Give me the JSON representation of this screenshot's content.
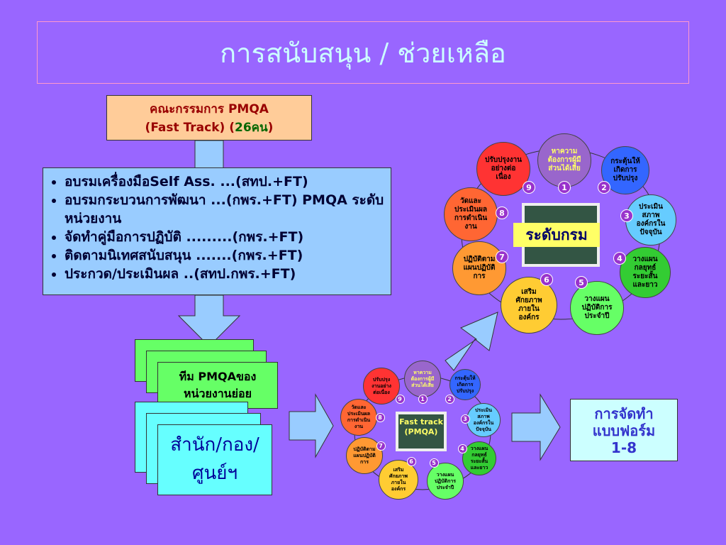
{
  "title": "การสนับสนุน / ช่วยเหลือ",
  "committee": {
    "line1": "คณะกรรมการ PMQA",
    "line2a": "(Fast Track) (",
    "line2b": "26คน",
    "line2c": ")"
  },
  "activities": [
    "อบรมเครื่องมือSelf Ass. ...(สทป.+FT)",
    "อบรมกระบวนการพัฒนา ...(กพร.+FT) PMQA ระดับ หน่วยงาน",
    "จัดทำคู่มือการปฏิบัติ .........(กพร.+FT)",
    "ติดตามนิเทศสนับสนุน .......(กพร.+FT)",
    "ประกวด/ประเมินผล ..(สทป.กพร.+FT)"
  ],
  "team": {
    "line1": "ทีม PMQAของ",
    "line2": "หน่วยงานย่อย"
  },
  "office": {
    "line1": "สำนัก/กอง/",
    "line2": "ศูนย์ฯ"
  },
  "form": {
    "line1": "การจัดทำ",
    "line2": "แบบฟอร์ม",
    "line3": "1-8"
  },
  "large_cycle": {
    "center": "ระดับกรม"
  },
  "small_cycle": {
    "center_line1": "Fast track",
    "center_line2": "(PMQA)"
  },
  "cycle_steps": [
    {
      "num": "1",
      "text": "หาความต้องการผู้มีส่วนได้เสีย",
      "color": "#9966cc",
      "text_color": "#ffff66"
    },
    {
      "num": "2",
      "text": "กระตุ้นให้เกิดการปรับปรุง",
      "color": "#3366ff",
      "text_color": "#000000"
    },
    {
      "num": "3",
      "text": "ประเมินสภาพองค์กรในปัจจุบัน",
      "color": "#66ccff",
      "text_color": "#000000"
    },
    {
      "num": "4",
      "text": "วางแผนกลยุทธ์ระยะสั้นและยาว",
      "color": "#33cc33",
      "text_color": "#000000"
    },
    {
      "num": "5",
      "text": "วางแผนปฏิบัติการประจำปี",
      "color": "#66ff66",
      "text_color": "#000000"
    },
    {
      "num": "6",
      "text": "เสริมศักยภาพภายในองค์กร",
      "color": "#ffcc33",
      "text_color": "#000000"
    },
    {
      "num": "7",
      "text": "ปฏิบัติตามแผนปฏิบัติการ",
      "color": "#ff9933",
      "text_color": "#000000"
    },
    {
      "num": "8",
      "text": "วัดและประเมินผลการดำเนินงาน",
      "color": "#ff6633",
      "text_color": "#000000"
    },
    {
      "num": "9",
      "text": "ปรับปรุงงานอย่างต่อเนื่อง",
      "color": "#ff3333",
      "text_color": "#000000"
    }
  ]
}
